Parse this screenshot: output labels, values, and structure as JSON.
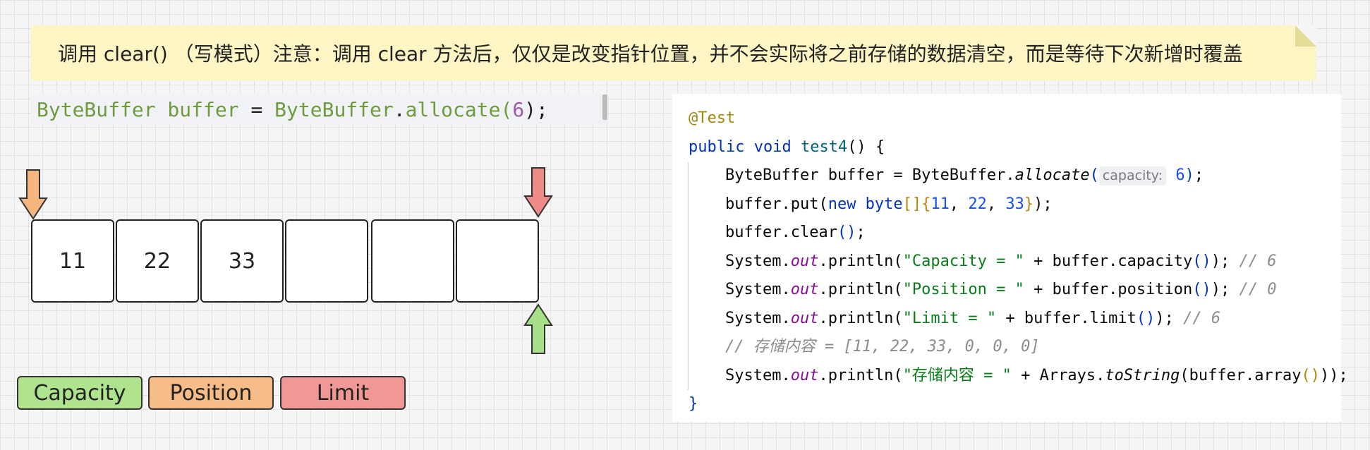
{
  "note": {
    "text": "调用 clear() （写模式）注意：调用 clear 方法后，仅仅是改变指针位置，并不会实际将之前存储的数据清空，而是等待下次新增时覆盖"
  },
  "code_line": {
    "t1": "ByteBuffer",
    "t2": " buffer ",
    "t3": "=",
    "t4": " ByteBuffer",
    "t5": ".",
    "t6": "allocate(",
    "t7": "6",
    "t8": ");"
  },
  "buffer": {
    "cells": [
      "11",
      "22",
      "33",
      "",
      "",
      ""
    ]
  },
  "arrows": {
    "position": "#f4b57f",
    "limit": "#ee8b88",
    "capacity": "#a8e08a"
  },
  "legend": {
    "capacity": {
      "label": "Capacity",
      "color": "#b0e38e"
    },
    "position": {
      "label": "Position",
      "color": "#f6bd88"
    },
    "limit": {
      "label": "Limit",
      "color": "#f19896"
    }
  },
  "code": {
    "annotation": "@Test",
    "l2": {
      "kw": "public void",
      "name": "test4",
      "rest": "() {"
    },
    "l3": {
      "a": "ByteBuffer buffer = ByteBuffer.",
      "m": "allocate",
      "hint": "capacity:",
      "n": "6",
      "e": ";"
    },
    "l4": {
      "a": "buffer.put(",
      "kw": "new byte",
      "arr": "[]",
      "o": "{",
      "n1": "11",
      "n2": "22",
      "n3": "33",
      "c": "}",
      "e": ");"
    },
    "l5": {
      "a": "buffer.clear",
      "p": "()",
      "e": ";"
    },
    "l6": {
      "a": "System.",
      "f": "out",
      "b": ".println(",
      "s": "\"Capacity = \"",
      "c": " + buffer.capacity",
      "p": "()",
      "e": "); ",
      "cm": "// 6"
    },
    "l7": {
      "a": "System.",
      "f": "out",
      "b": ".println(",
      "s": "\"Position = \"",
      "c": " + buffer.position",
      "p": "()",
      "e": "); ",
      "cm": "// 0"
    },
    "l8": {
      "a": "System.",
      "f": "out",
      "b": ".println(",
      "s": "\"Limit = \"",
      "c": " + buffer.limit",
      "p": "()",
      "e": "); ",
      "cm": "// 6"
    },
    "l9": {
      "cm": "// 存储内容 = [11, 22, 33, 0, 0, 0]"
    },
    "l10": {
      "a": "System.",
      "f": "out",
      "b": ".println(",
      "s": "\"存储内容 = \"",
      "c": " + Arrays.",
      "m": "toString",
      "o": "(buffer.array",
      "p": "()",
      "e": "));"
    },
    "l11": {
      "close": "}"
    }
  }
}
